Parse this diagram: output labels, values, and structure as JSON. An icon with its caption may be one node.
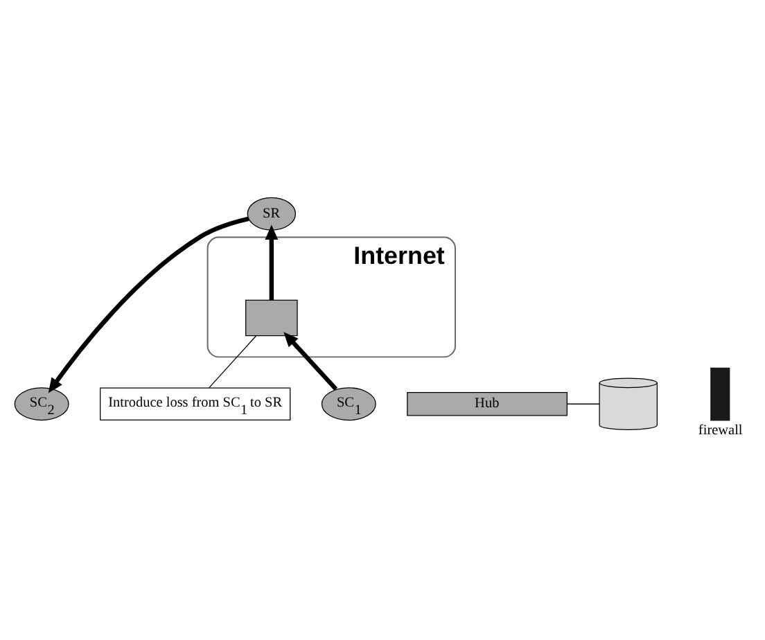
{
  "diagram": {
    "nodes": [
      {
        "text": [
          "SR"
        ]
      },
      {
        "text": [
          "Internet"
        ]
      },
      {
        "text": [],
        "shape": "box",
        "in": 1
      },
      {
        "text": [
          "Introduce loss from SC$_{1}$ to SR"
        ]
      },
      {
        "text": [
          "Hub"
        ]
      },
      {
        "text": [],
        "shape": "cylinder"
      },
      {
        "text": [
          "SC$_{1}$"
        ]
      },
      {
        "text": [],
        "shape": "bar",
        "beside": [
          "firewall"
        ]
      },
      {
        "text": [
          "SC$_{2}$"
        ]
      }
    ],
    "edges": [
      {
        "from": 6,
        "to": 2,
        "arrow": "to"
      },
      {
        "from": 2,
        "to": 0,
        "arrow": "to"
      },
      {
        "from": 0,
        "to": 8,
        "arrow": "to"
      },
      {
        "from": 3,
        "to": 2,
        "arrow": "none"
      },
      {
        "from": 4,
        "to": 5,
        "arrow": "none"
      }
    ]
  }
}
